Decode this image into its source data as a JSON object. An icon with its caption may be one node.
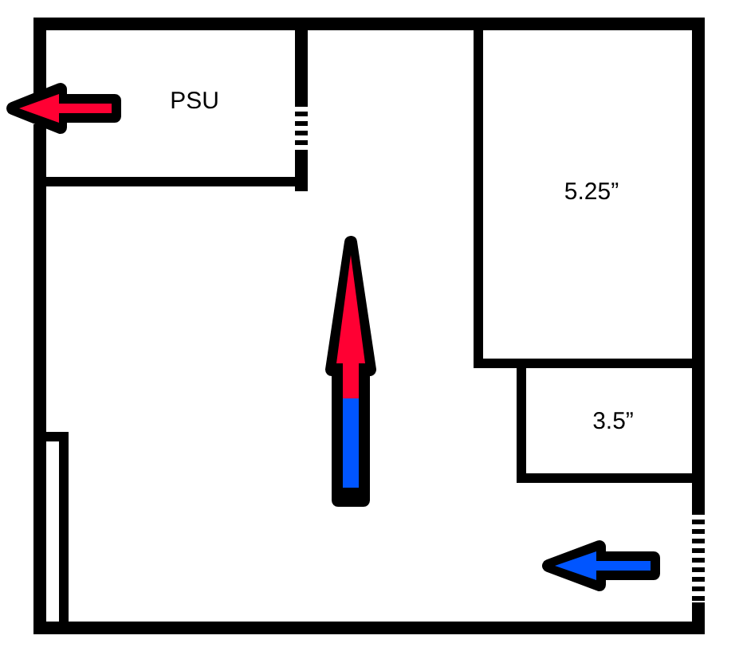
{
  "diagram": {
    "nodes": [
      {
        "text": [
          "PSU"
        ]
      },
      {
        "text": [
          "5.25”"
        ]
      },
      {
        "text": [
          "3.5”"
        ]
      }
    ]
  }
}
